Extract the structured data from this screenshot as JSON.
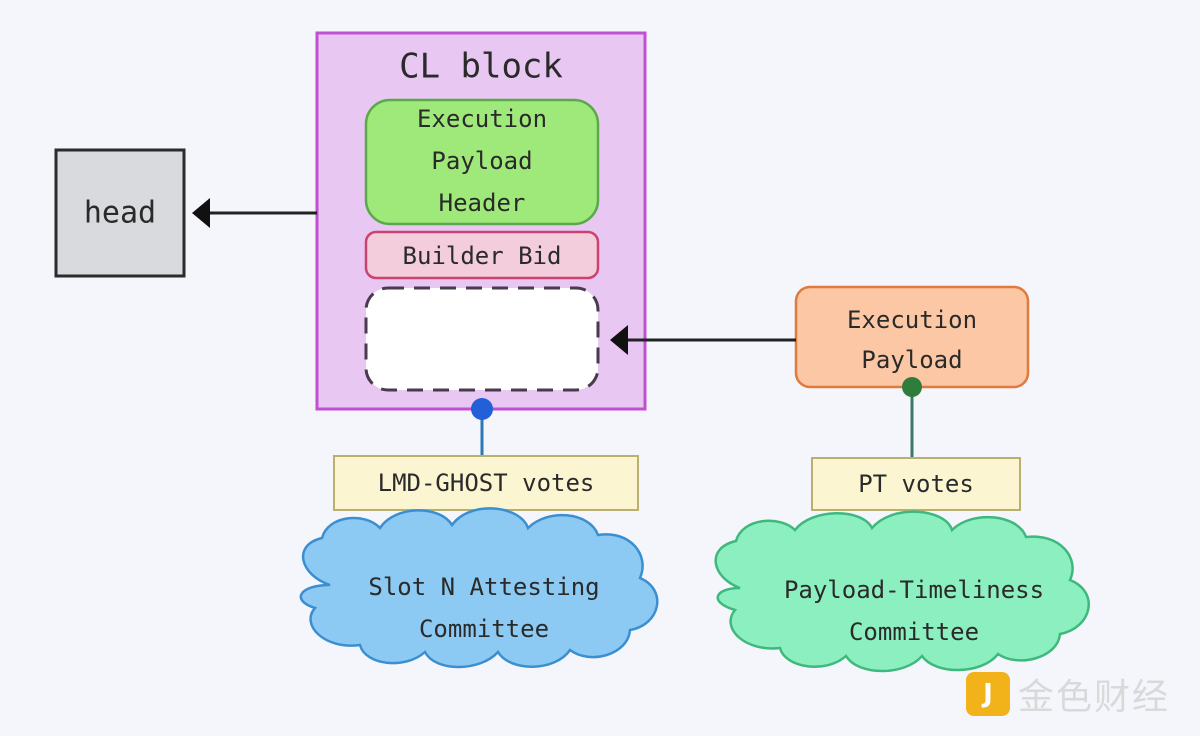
{
  "diagram": {
    "cl_block": {
      "title": "CL block",
      "execution_payload_header": [
        "Execution",
        "Payload",
        "Header"
      ],
      "builder_bid": "Builder Bid"
    },
    "head": "head",
    "execution_payload": [
      "Execution",
      "Payload"
    ],
    "lmd_votes": "LMD-GHOST votes",
    "pt_votes": "PT votes",
    "slot_committee": [
      "Slot N Attesting",
      "Committee"
    ],
    "ptc_committee": [
      "Payload-Timeliness",
      "Committee"
    ]
  },
  "watermark": {
    "logo_glyph": "J",
    "text": "金色财经"
  },
  "colors": {
    "cl_block_fill": "#e9c7f3",
    "cl_block_border": "#c04fd2",
    "header_fill": "#9fe87a",
    "builder_bid_fill": "#f4cddd",
    "builder_bid_border": "#c9436e",
    "head_fill": "#d9dade",
    "execution_payload_fill": "#fbc7a4",
    "execution_payload_border": "#e07a3e",
    "vote_box_fill": "#fbf5d2",
    "slot_cloud_fill": "#8ccaf3",
    "ptc_cloud_fill": "#8cefc0",
    "blue_dot": "#2160d8",
    "green_dot": "#2f7d3a"
  }
}
